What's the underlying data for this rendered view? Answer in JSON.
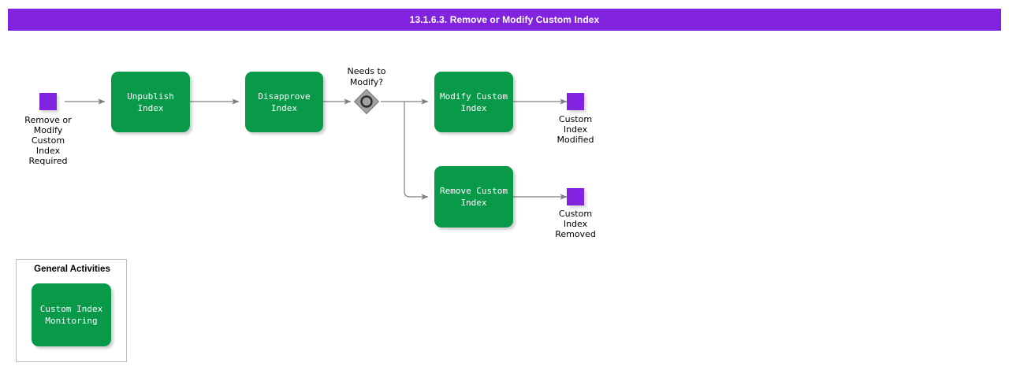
{
  "header": {
    "title": "13.1.6.3. Remove or Modify Custom Index",
    "bar_color": "#8223e0",
    "text_color": "#ffffff"
  },
  "theme": {
    "task_fill": "#089949",
    "task_text": "#ffffff",
    "event_fill": "#8223e0",
    "gateway_fill": "#a0a0a0",
    "gateway_stroke": "#4d4d4d",
    "connector_color": "#808080",
    "group_border": "#bdbdbd",
    "background": "#ffffff"
  },
  "diagram": {
    "start_event": {
      "name": "start-event",
      "type": "start-event",
      "label": "Remove or\nModify\nCustom\nIndex\nRequired"
    },
    "tasks": [
      {
        "name": "task-unpublish-index",
        "label": "Unpublish Index"
      },
      {
        "name": "task-disapprove-index",
        "label": "Disapprove\nIndex"
      },
      {
        "name": "task-modify-custom-index",
        "label": "Modify Custom\nIndex"
      },
      {
        "name": "task-remove-custom-index",
        "label": "Remove Custom\nIndex"
      }
    ],
    "gateway": {
      "name": "gateway-needs-to-modify",
      "type": "event-based-gateway",
      "label": "Needs to\nModify?"
    },
    "end_events": [
      {
        "name": "end-event-custom-index-modified",
        "label": "Custom\nIndex\nModified"
      },
      {
        "name": "end-event-custom-index-removed",
        "label": "Custom\nIndex\nRemoved"
      }
    ]
  },
  "group": {
    "title": "General Activities",
    "tasks": [
      {
        "name": "task-custom-index-monitoring",
        "label": "Custom Index\nMonitoring"
      }
    ]
  }
}
